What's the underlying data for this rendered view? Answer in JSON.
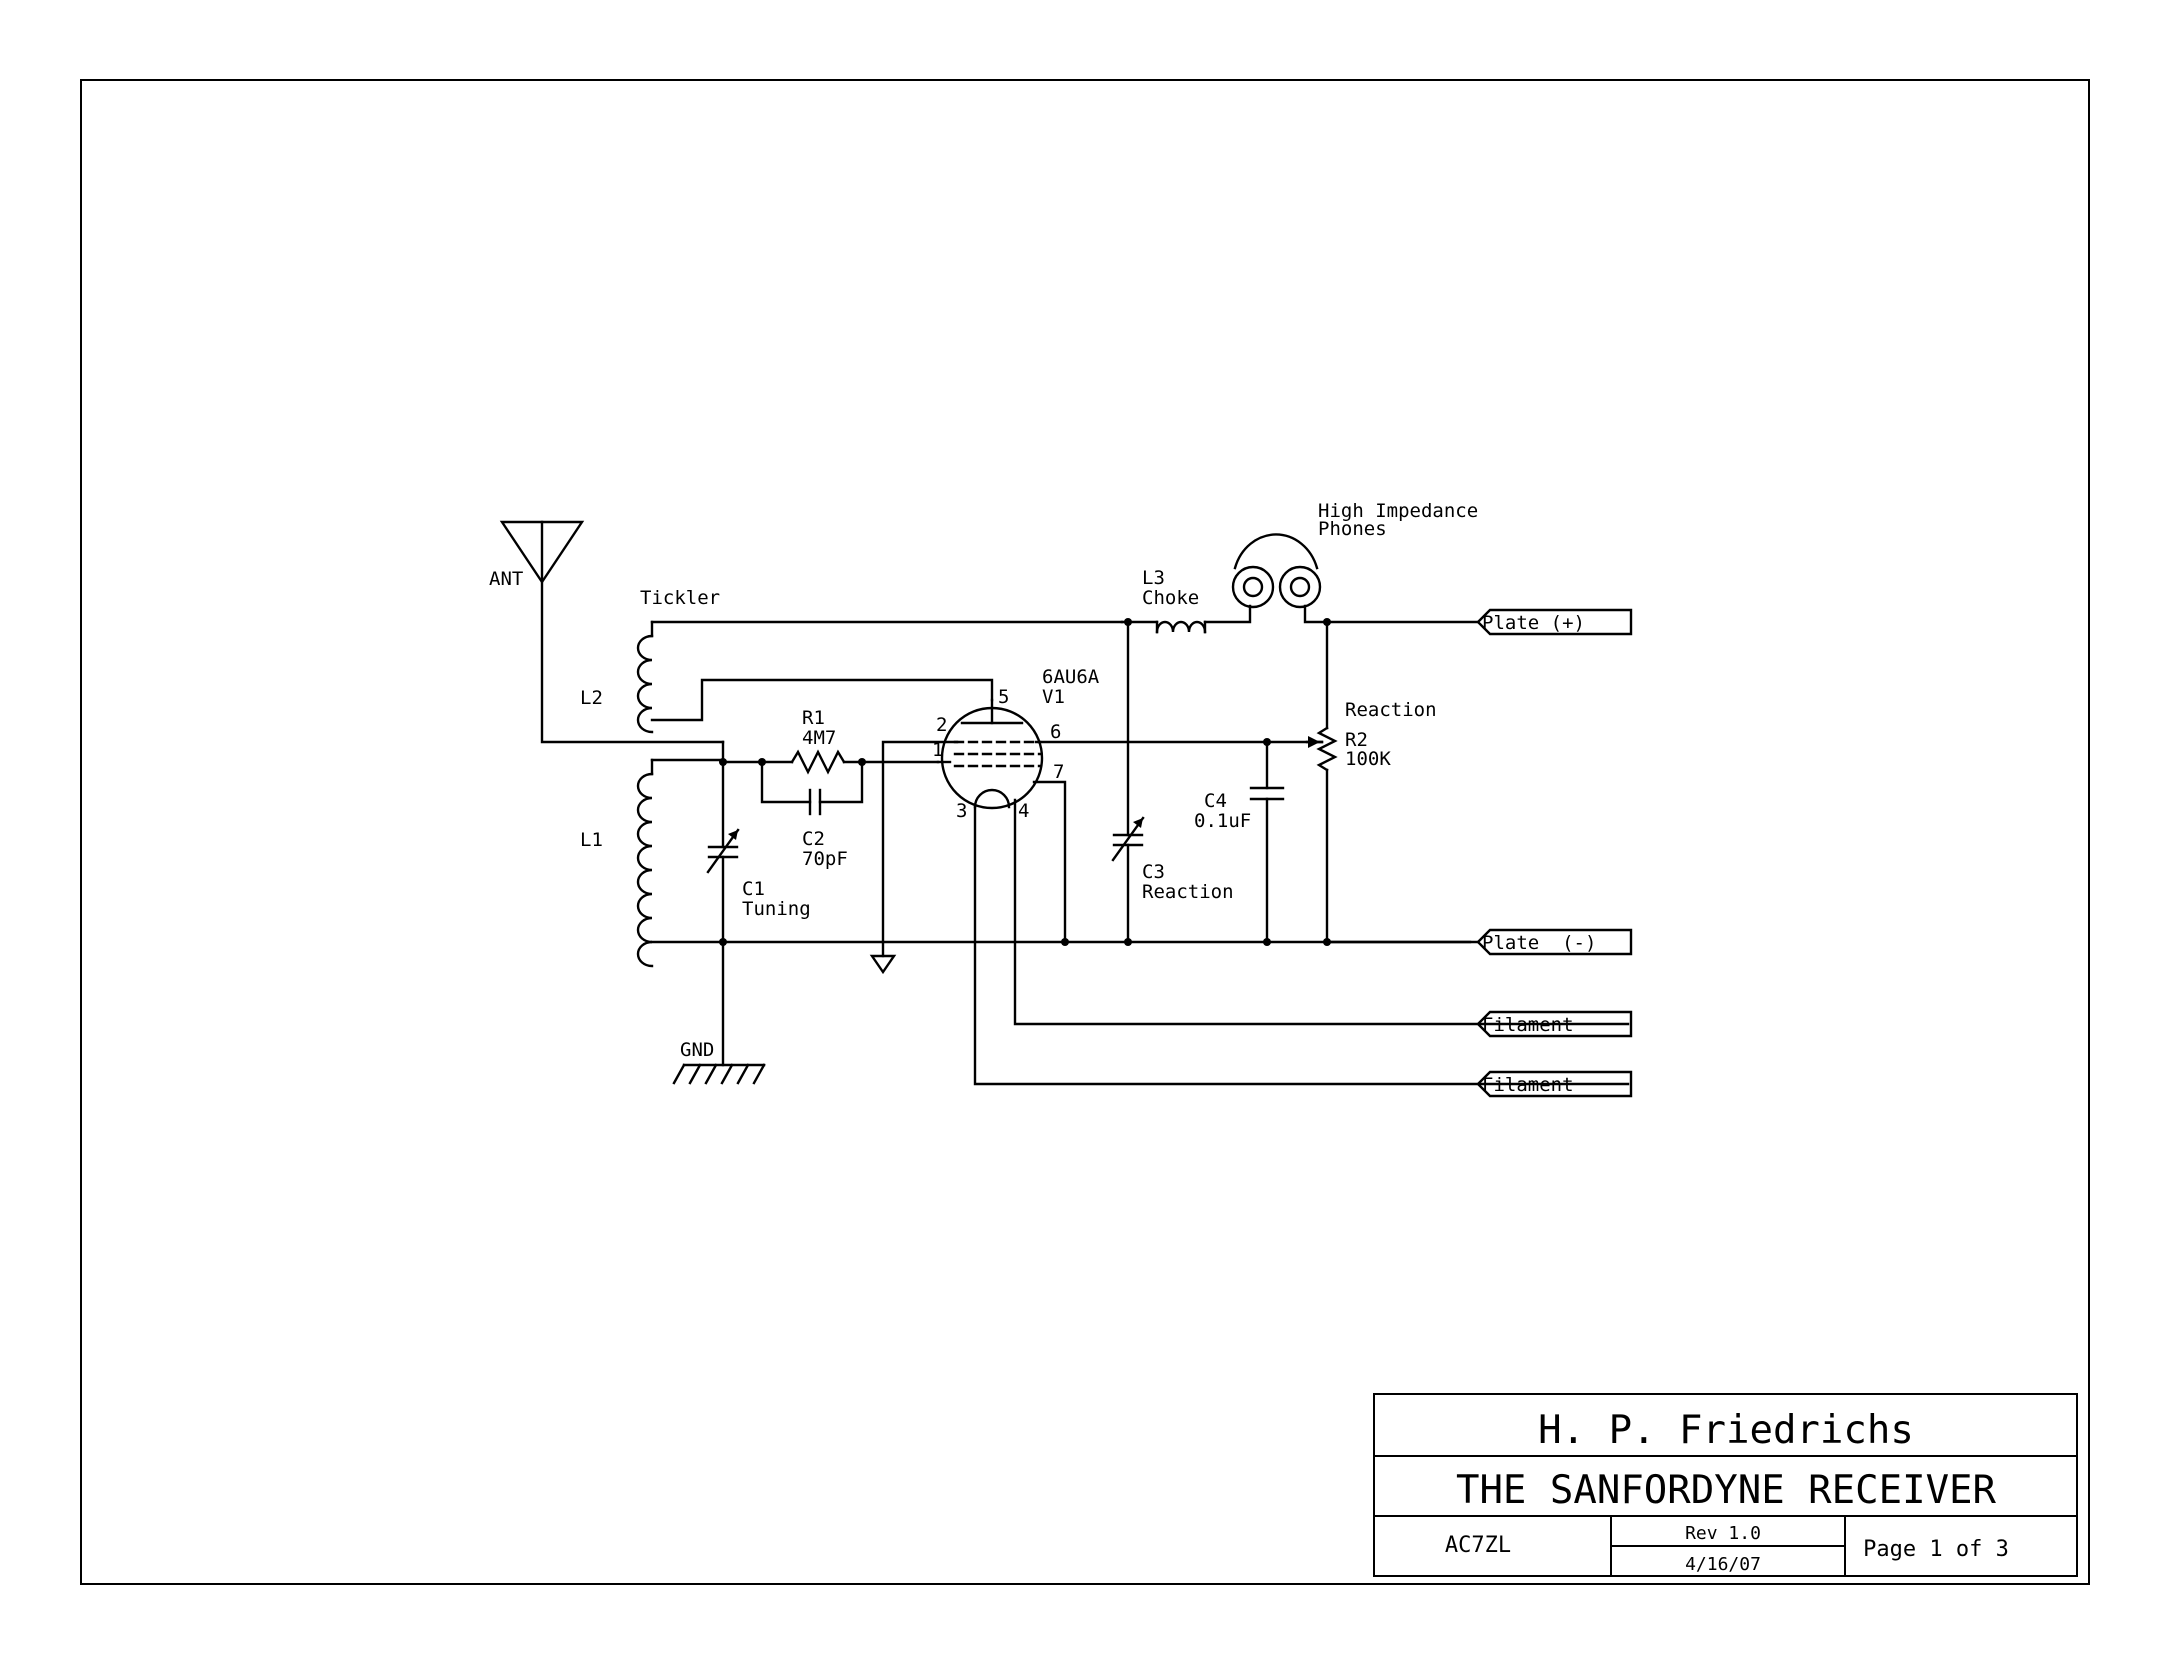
{
  "labels": {
    "ant": "ANT",
    "gnd": "GND",
    "tickler": "Tickler",
    "l2": "L2",
    "l1": "L1",
    "r1_ref": "R1",
    "r1_val": "4M7",
    "c2_ref": "C2",
    "c2_val": "70pF",
    "c1_ref": "C1",
    "c1_name": "Tuning",
    "tube_type": "6AU6A",
    "tube_ref": "V1",
    "pin1": "1",
    "pin2": "2",
    "pin3": "3",
    "pin4": "4",
    "pin5": "5",
    "pin6": "6",
    "pin7": "7",
    "l3_ref": "L3",
    "l3_name": "Choke",
    "phones_line1": "High Impedance",
    "phones_line2": "Phones",
    "c3_ref": "C3",
    "c3_name": "Reaction",
    "c4_ref": "C4",
    "c4_val": "0.1uF",
    "r2_name": "Reaction",
    "r2_ref": "R2",
    "r2_val": "100K"
  },
  "ports": {
    "plate_pos": "Plate (+)",
    "plate_neg": "Plate  (-)",
    "filament_1": "Filament",
    "filament_2": "Filament"
  },
  "title_block": {
    "author": "H. P. Friedrichs",
    "title": "THE SANFORDYNE RECEIVER",
    "callsign": "AC7ZL",
    "revision": "Rev 1.0",
    "date": "4/16/07",
    "page": "Page 1 of 3"
  }
}
